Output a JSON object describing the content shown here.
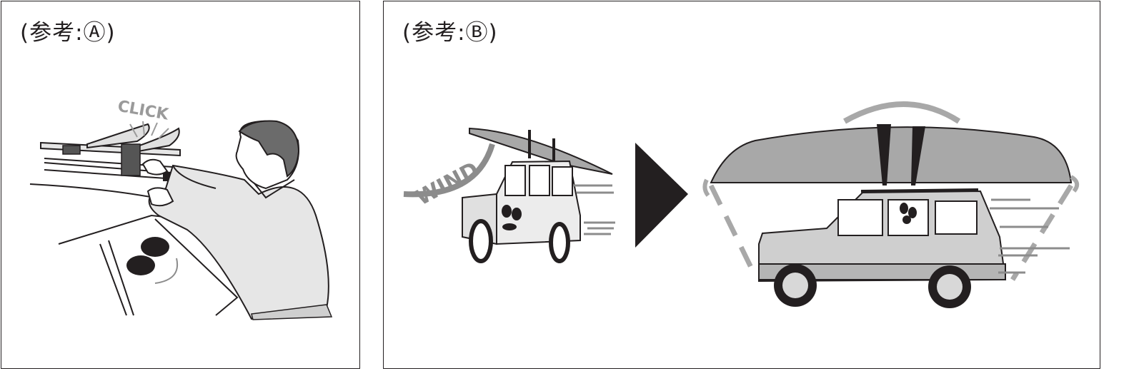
{
  "panels": [
    {
      "label": "(参考:Ⓐ)"
    },
    {
      "label": "(参考:Ⓑ)"
    }
  ],
  "illustration_text": {
    "click": "CLICK",
    "wind": "WIND"
  }
}
